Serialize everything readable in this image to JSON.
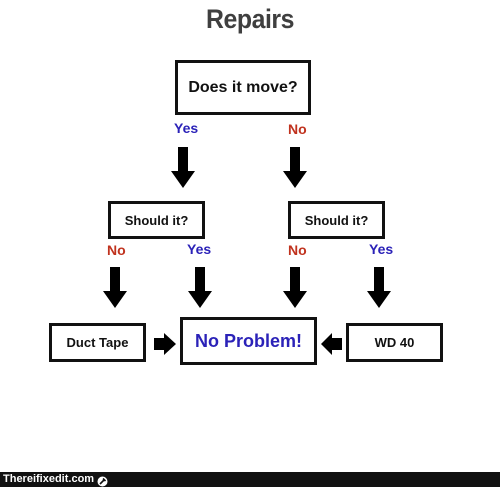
{
  "title": "Repairs",
  "nodes": {
    "q1": "Does it move?",
    "q2_left": "Should it?",
    "q2_right": "Should it?",
    "duct_tape": "Duct Tape",
    "no_problem": "No Problem!",
    "wd40": "WD 40"
  },
  "edge_labels": {
    "q1_yes": "Yes",
    "q1_no": "No",
    "left_no": "No",
    "left_yes": "Yes",
    "right_no": "No",
    "right_yes": "Yes"
  },
  "colors": {
    "yes": "#2b22b8",
    "no": "#c0321e",
    "no_problem_text": "#2b22b8"
  },
  "footer": {
    "site": "Thereifixedit.com",
    "icon": "wrench-icon"
  }
}
